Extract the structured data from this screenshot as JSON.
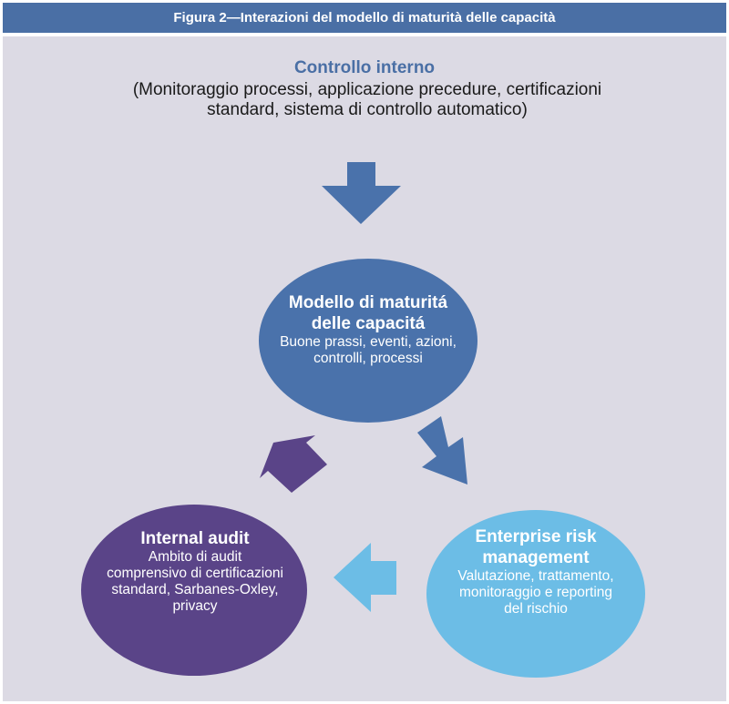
{
  "header": {
    "title": "Figura 2—Interazioni del modello di maturità delle capacità"
  },
  "top": {
    "title": "Controllo interno",
    "description": "(Monitoraggio processi, applicazione precedure, certificazioni standard, sistema di controllo automatico)"
  },
  "nodes": {
    "center": {
      "title": "Modello di maturitá delle capacitá",
      "description": "Buone prassi, eventi, azioni, controlli, processi",
      "color": "#4a72ab"
    },
    "left": {
      "title": "Internal audit",
      "description": "Ambito di audit comprensivo di certificazioni standard, Sarbanes-Oxley, privacy",
      "color": "#5a4488"
    },
    "right": {
      "title": "Enterprise risk management",
      "description": "Valutazione, trattamento, monitoraggio e reporting del rischio",
      "color": "#6cbde6"
    }
  },
  "colors": {
    "header_bg": "#4a6fa5",
    "panel_bg": "#dcdae4",
    "arrow_down": "#4a72ab",
    "arrow_to_right": "#4a72ab",
    "arrow_to_left": "#6cbde6",
    "arrow_to_center": "#5a4488"
  }
}
